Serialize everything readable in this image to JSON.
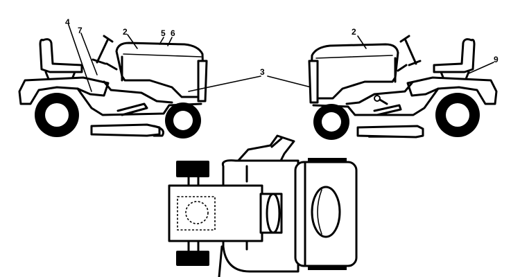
{
  "callouts": {
    "left_4": "4",
    "left_7": "7",
    "left_2": "2",
    "left_5": "5",
    "left_6": "6",
    "center_3": "3",
    "right_2": "2",
    "right_9": "9"
  },
  "colors": {
    "ink": "#000000",
    "paper": "#ffffff"
  }
}
